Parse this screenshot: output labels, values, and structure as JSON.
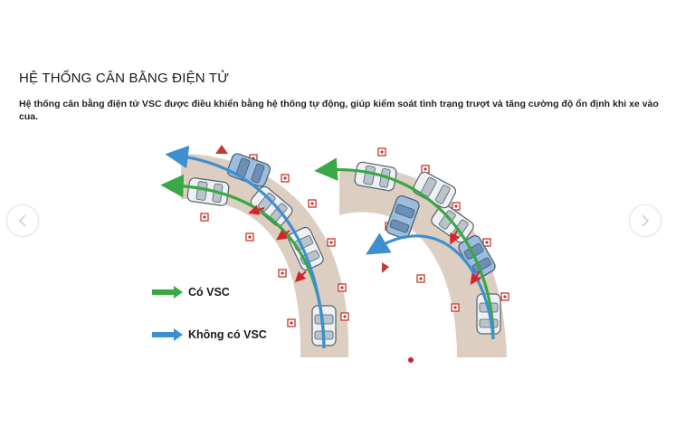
{
  "page": {
    "title": "HỆ THỐNG CÂN BẰNG ĐIỆN TỬ",
    "description": "Hệ thống cân bằng điện tử VSC được điều khiển bằng hệ thống tự động, giúp kiểm soát tình trạng trượt và tăng cường độ ổn định khi xe vào cua."
  },
  "legend": {
    "with_vsc": {
      "label": "Có VSC",
      "color": "#3aa844"
    },
    "without_vsc": {
      "label": "Không có VSC",
      "color": "#3d8fcf"
    }
  },
  "carousel": {
    "prev_icon": "chevron-left-icon",
    "next_icon": "chevron-right-icon",
    "indicator_color": "#c8232c"
  },
  "colors": {
    "road": "#d9cdc0",
    "slip_arrow": "#d4252b",
    "car_white": "#e8ecf0",
    "car_blue": "#8fb4d9"
  }
}
